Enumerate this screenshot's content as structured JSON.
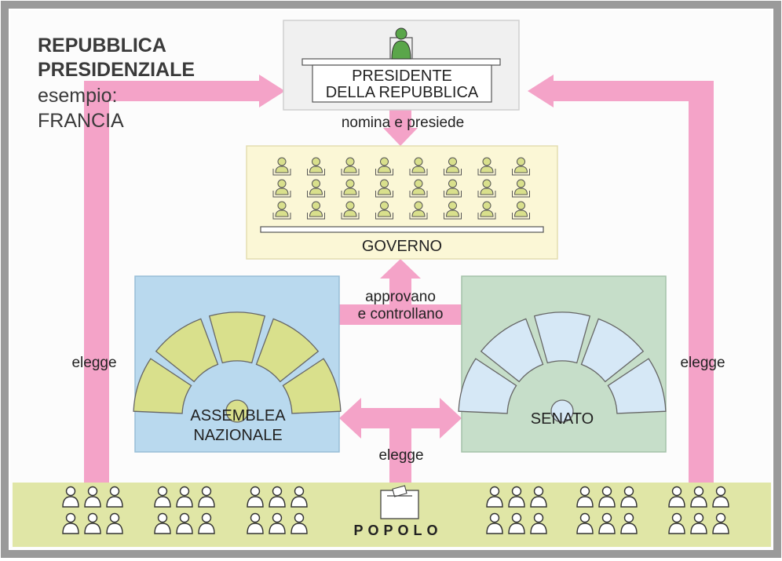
{
  "diagram": {
    "title_line1": "REPUBBLICA",
    "title_line2": "PRESIDENZIALE",
    "example_label": "esempio:",
    "example_country": "FRANCIA"
  },
  "president": {
    "label_line1": "PRESIDENTE",
    "label_line2": "DELLA REPUBBLICA"
  },
  "arrows": {
    "nomina": "nomina e presiede",
    "approvano_line1": "approvano",
    "approvano_line2": "e controllano",
    "elegge_left": "elegge",
    "elegge_right": "elegge",
    "elegge_center": "elegge"
  },
  "governo": {
    "label": "GOVERNO"
  },
  "assemblea": {
    "label_line1": "ASSEMBLEA",
    "label_line2": "NAZIONALE"
  },
  "senato": {
    "label": "SENATO"
  },
  "popolo": {
    "letters": [
      "P",
      "O",
      "P",
      "O",
      "L",
      "O"
    ]
  },
  "colors": {
    "arrow_pink": "#f4a3c8",
    "seat_green": "#d9e08c",
    "seat_blue": "#d6e8f6",
    "governo_bg": "#fbf7d6",
    "assemblea_bg": "#b9d9ee",
    "senato_bg": "#c6dec9",
    "popolo_bg": "#e0e6a6",
    "frame_grey": "#8a8a8a"
  },
  "icons": {
    "president": "person-at-desk-icon",
    "governo_member": "person-at-desk-icon",
    "popolo_group": "people-group-icon",
    "ballot": "ballot-box-icon"
  }
}
